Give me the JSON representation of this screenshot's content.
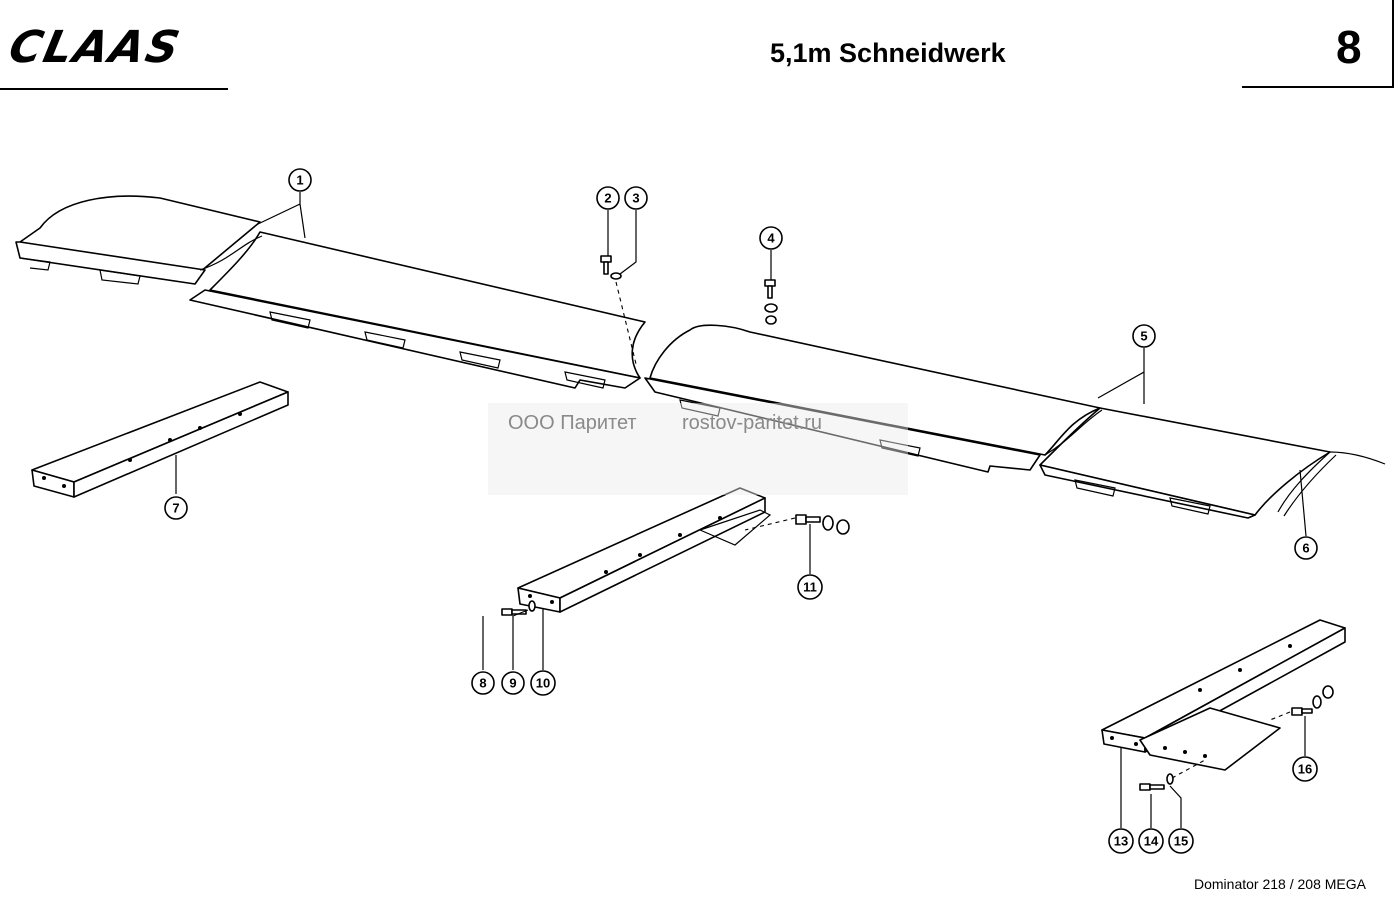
{
  "header": {
    "brand": "CLAAS",
    "title": "5,1m Schneidwerk",
    "page_number": "8"
  },
  "watermark": {
    "company": "ООО Паритет",
    "website": "rostov-paritet.ru"
  },
  "footer": {
    "model": "Dominator 218 / 208 MEGA"
  },
  "callouts": [
    "1",
    "2",
    "3",
    "4",
    "5",
    "6",
    "7",
    "8",
    "9",
    "10",
    "11",
    "13",
    "14",
    "15",
    "16"
  ]
}
